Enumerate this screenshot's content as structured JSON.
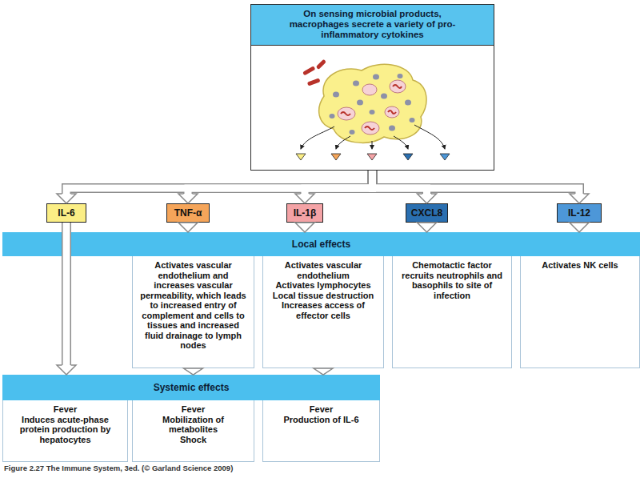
{
  "diagram": {
    "caption": "Figure 2.27 The Immune System, 3ed. (© Garland Science 2009)",
    "nodes": [
      {
        "text": [
          "On sensing microbial products, macrophages secrete a variety of pro-inflammatory cytokines"
        ]
      },
      {
        "text": [
          "IL-6"
        ]
      },
      {
        "text": [
          "TNF-α"
        ]
      },
      {
        "text": [
          "IL-1β"
        ]
      },
      {
        "text": [
          "CXCL8"
        ]
      },
      {
        "text": [
          "IL-12"
        ]
      },
      {
        "text": [
          "Local effects"
        ]
      },
      {
        "text": [
          "Activates vascular endothelium and increases vascular permeability, which leads to increased entry of complement and cells to tissues and increased fluid drainage to lymph nodes"
        ]
      },
      {
        "text": [
          "Activates vascular endothelium",
          "Activates lymphocytes",
          "Local tissue destruction",
          "Increases access of effector cells"
        ]
      },
      {
        "text": [
          "Chemotactic factor recruits neutrophils and basophils to site of infection"
        ]
      },
      {
        "text": [
          "Activates NK cells"
        ]
      },
      {
        "text": [
          "Systemic effects"
        ]
      },
      {
        "text": [
          "Fever",
          "Induces acute-phase protein production by hepatocytes"
        ]
      },
      {
        "text": [
          "Fever",
          "Mobilization of metabolites",
          "Shock"
        ]
      },
      {
        "text": [
          "Fever",
          "Production of IL-6"
        ]
      }
    ],
    "edges": [
      {
        "from": 0,
        "to": 1,
        "arrow": "to"
      },
      {
        "from": 0,
        "to": 2,
        "arrow": "to"
      },
      {
        "from": 0,
        "to": 3,
        "arrow": "to"
      },
      {
        "from": 0,
        "to": 4,
        "arrow": "to"
      },
      {
        "from": 0,
        "to": 5,
        "arrow": "to"
      },
      {
        "from": 2,
        "to": 6,
        "arrow": "to"
      },
      {
        "from": 3,
        "to": 6,
        "arrow": "to"
      },
      {
        "from": 4,
        "to": 6,
        "arrow": "to"
      },
      {
        "from": 5,
        "to": 6,
        "arrow": "to"
      },
      {
        "from": 1,
        "to": 11,
        "arrow": "to"
      },
      {
        "from": 7,
        "to": 11,
        "arrow": "to"
      },
      {
        "from": 8,
        "to": 11,
        "arrow": "to"
      }
    ]
  }
}
